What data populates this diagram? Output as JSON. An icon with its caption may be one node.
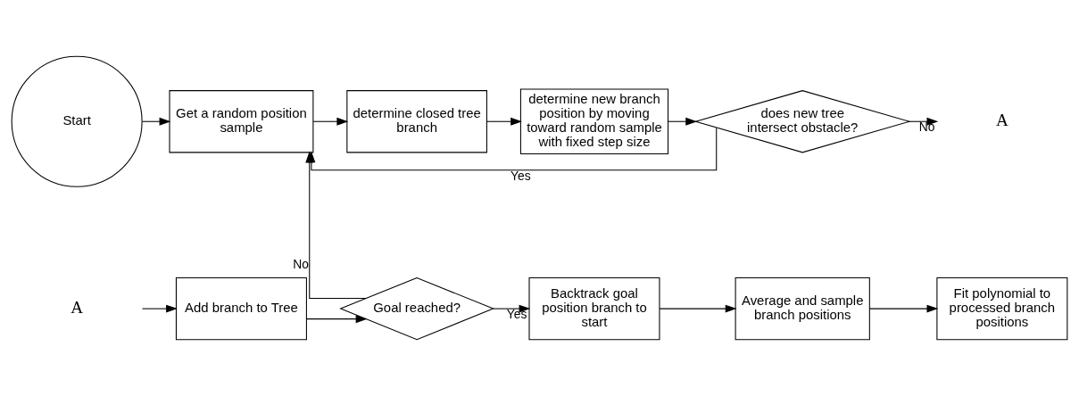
{
  "diagram": {
    "nodes": [
      {
        "text": [
          "Start"
        ]
      },
      {
        "text": [
          "Get a random position sample"
        ]
      },
      {
        "text": [
          "determine closed tree branch"
        ]
      },
      {
        "text": [
          "determine new branch position by moving toward random sample with fixed step size"
        ]
      },
      {
        "text": [
          "does new tree intersect obstacle?"
        ]
      },
      {
        "text": [
          "A"
        ]
      },
      {
        "text": [
          "A"
        ]
      },
      {
        "text": [
          "Add branch to Tree"
        ]
      },
      {
        "text": [
          "Goal reached?"
        ]
      },
      {
        "text": [
          "Backtrack goal position branch to start"
        ]
      },
      {
        "text": [
          "Average and sample branch positions"
        ]
      },
      {
        "text": [
          "Fit polynomial to processed branch positions"
        ]
      }
    ],
    "edges": [
      {
        "from": 0,
        "to": 1,
        "arrow": "to"
      },
      {
        "from": 1,
        "to": 2,
        "arrow": "to"
      },
      {
        "from": 2,
        "to": 3,
        "arrow": "to"
      },
      {
        "from": 3,
        "to": 4,
        "arrow": "to"
      },
      {
        "from": 4,
        "to": 5,
        "arrow": "to",
        "label": "No"
      },
      {
        "from": 4,
        "to": 1,
        "arrow": "to",
        "label": "Yes"
      },
      {
        "from": 6,
        "to": 7,
        "arrow": "to"
      },
      {
        "from": 7,
        "to": 8,
        "arrow": "to"
      },
      {
        "from": 8,
        "to": 1,
        "arrow": "to",
        "label": "No"
      },
      {
        "from": 8,
        "to": 9,
        "arrow": "to",
        "label": "Yes"
      },
      {
        "from": 9,
        "to": 10,
        "arrow": "to"
      },
      {
        "from": 10,
        "to": 11,
        "arrow": "to"
      }
    ]
  }
}
